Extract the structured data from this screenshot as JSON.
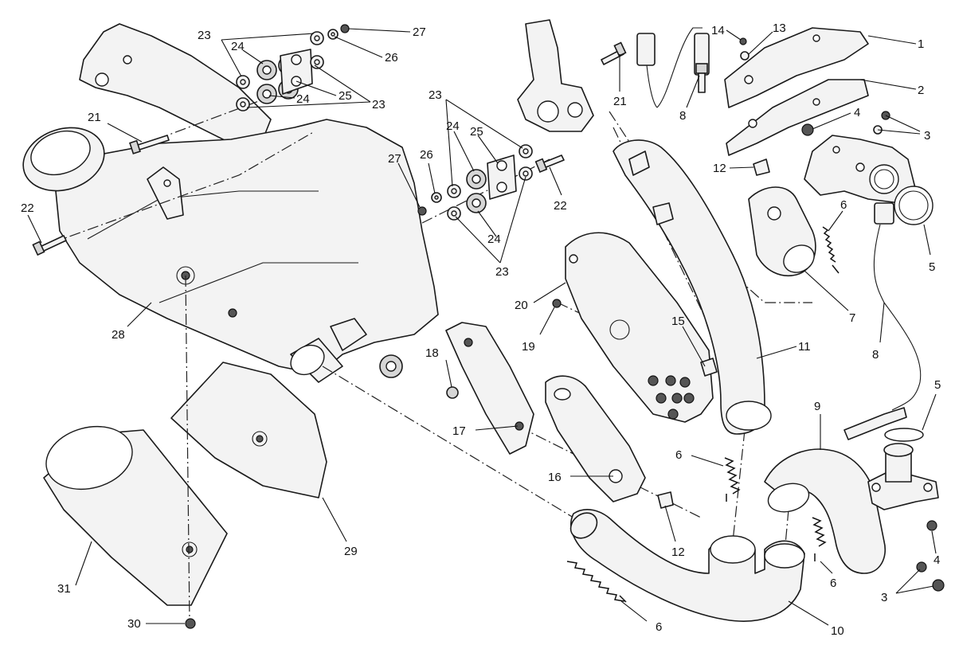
{
  "callouts": {
    "c1": "1",
    "c2": "2",
    "c3a": "3",
    "c3b": "3",
    "c4a": "4",
    "c4b": "4",
    "c5a": "5",
    "c5b": "5",
    "c6a": "6",
    "c6b": "6",
    "c6c": "6",
    "c6d": "6",
    "c7": "7",
    "c8a": "8",
    "c8b": "8",
    "c9": "9",
    "c10": "10",
    "c11": "11",
    "c12a": "12",
    "c12b": "12",
    "c13": "13",
    "c14": "14",
    "c15": "15",
    "c16": "16",
    "c17": "17",
    "c18": "18",
    "c19": "19",
    "c20": "20",
    "c21a": "21",
    "c21b": "21",
    "c22a": "22",
    "c22b": "22",
    "c23a": "23",
    "c23b": "23",
    "c23c": "23",
    "c23d": "23",
    "c24a": "24",
    "c24b": "24",
    "c24c": "24",
    "c24d": "24",
    "c25a": "25",
    "c25b": "25",
    "c26a": "26",
    "c26b": "26",
    "c27a": "27",
    "c27b": "27",
    "c28": "28",
    "c29": "29",
    "c30": "30",
    "c31": "31"
  }
}
